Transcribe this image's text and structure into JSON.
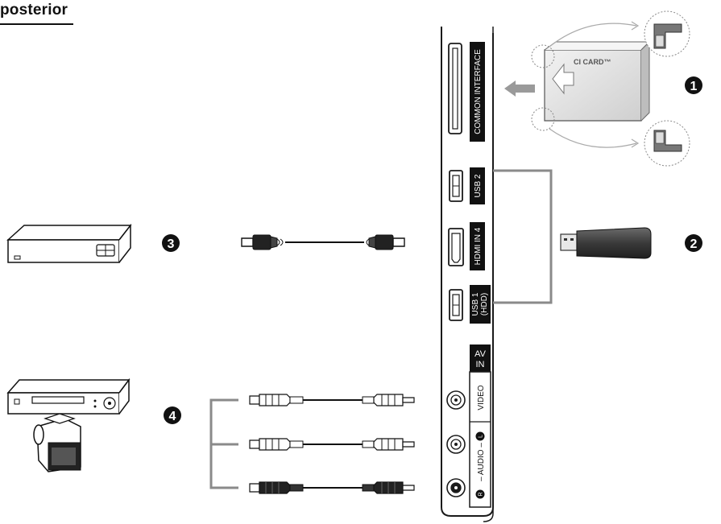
{
  "title": "posterior",
  "panel": {
    "common_interface": "COMMON INTERFACE",
    "usb2": "USB 2",
    "hdmi4": "HDMI IN 4",
    "usb1_line1": "USB 1",
    "usb1_line2": "(HDD)",
    "av_in_line1": "AV",
    "av_in_line2": "IN",
    "video": "VIDEO",
    "audio": "– AUDIO –",
    "audio_r": "R",
    "audio_l": "L"
  },
  "ci_card": {
    "label": "CI CARD™"
  },
  "steps": [
    "1",
    "2",
    "3",
    "4"
  ],
  "colors": {
    "panel_label_bg": "#111111",
    "connector_line": "#8a8a8a",
    "card_fill": "#e6e6e6"
  }
}
